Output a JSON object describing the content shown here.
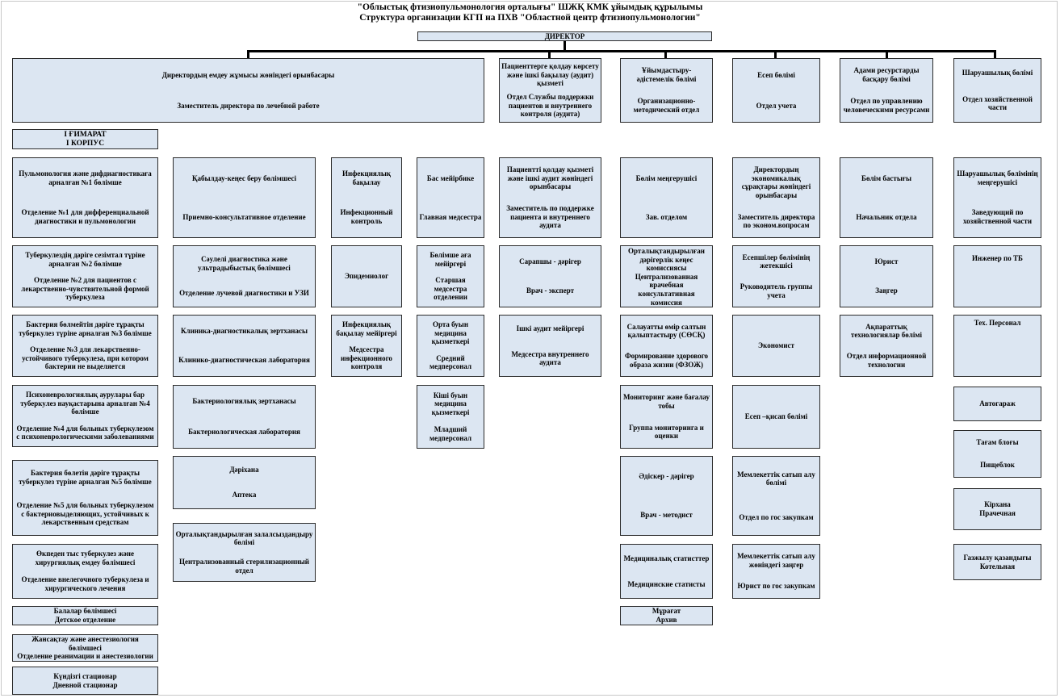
{
  "title": {
    "line1": "\"Облыстық фтизиопульмонология орталығы\" ШЖҚ КМК ұйымдық құрылымы",
    "line2": "Структура организации КГП на ПХВ \"Областной центр фтизиопульмонологии\""
  },
  "director": "ДИРЕКТОР",
  "departments": [
    {
      "kz": "Директордың емдеу жұмысы жөніндегі орынбасары",
      "ru": "Заместитель директора по лечебной работе"
    },
    {
      "kz": "Пациенттерге қолдау көрсету және ішкі бақылау (аудит) қызметі",
      "ru": "Отдел Службы поддержки пациентов и внутреннего контроля (аудита)"
    },
    {
      "kz": "Ұйымдастыру- әдістемелік бөлімі",
      "ru": "Организационно-методический отдел"
    },
    {
      "kz": "Есеп бөлімі",
      "ru": "Отдел учета"
    },
    {
      "kz": "Адами ресурстарды басқару бөлімі",
      "ru": "Отдел по управлению человеческими ресурсами"
    },
    {
      "kz": "Шаруашылық бөлімі",
      "ru": "Отдел хозяйственной части"
    }
  ],
  "building": {
    "kz": "І ҒИМАРАТ",
    "ru": "I КОРПУС"
  },
  "col1": [
    {
      "kz": "Пульмонология және дифдиагностикаға арналған №1 бөлімше",
      "ru": "Отделение №1 для дифференциальной диагностики и пульмонологии"
    },
    {
      "kz": "Туберкулездің дәріге сезімтал түріне арналған №2 бөлімше",
      "ru": "Отделение №2 для пациентов с лекарственно-чувствительной формой туберкулеза"
    },
    {
      "kz": "Бактерия бөлмейтін дәріге тұрақты туберкулез түріне арналған №3 бөлімше",
      "ru": "Отделение №3 для лекарственно-устойчивого туберкулеза, при котором бактерии не выделяется"
    },
    {
      "kz": "Психоневрологиялық аурулары бар туберкулез науқастарына арналған №4 бөлімше",
      "ru": "Отделение №4  для больных туберкулезом с психоневрологическими заболеваниями"
    },
    {
      "kz": "Бактерия бөлетін дәріге тұрақты туберкулез түріне арналған №5 бөлімше",
      "ru": "Отделение №5  для больных туберкулезом с бактериовыделяющих, устойчивых к лекарственным средствам"
    },
    {
      "kz": "Өкпеден тыс туберкулез және хирургиялық емдеу бөлімшесі",
      "ru": "Отделение внелегочного туберкулеза и хирургического  лечения"
    },
    {
      "kz": "Балалар бөлімшесі",
      "ru": "Детское отделение"
    },
    {
      "kz": "Жансақтау және анестезиология бөлімшесі",
      "ru": "Отделение реанимации и анестезиологии"
    },
    {
      "kz": "Күндізгі стационар",
      "ru": "Дневной стационар"
    }
  ],
  "col2": [
    {
      "kz": "Қабылдау-кеңес беру бөлімшесі",
      "ru": "Приемно-консультативное отделение"
    },
    {
      "kz": "Сәулелі диагностика және ультрадыбыстық бөлімшесі",
      "ru": "Отделение лучевой диагностики и УЗИ"
    },
    {
      "kz": "Клиника-диагностикалық зертханасы",
      "ru": "Клинико-диагностическая лаборатория"
    },
    {
      "kz": "Бактериологиялық зертханасы",
      "ru": "Бактериологическая лаборатория"
    },
    {
      "kz": "Дәріхана",
      "ru": "Аптека"
    },
    {
      "kz": "Орталықтандырылған залалсыздандыру бөлімі",
      "ru": "Централизованный стерилизационный отдел"
    }
  ],
  "col3": [
    {
      "kz": "Инфекциялық бақылау",
      "ru": "Инфекционный контроль"
    },
    {
      "kz": "Эпидемиолог",
      "ru": ""
    },
    {
      "kz": "Инфекциялық бақылау мейіргері",
      "ru": "Медсестра инфекционного контроля"
    }
  ],
  "col4": [
    {
      "kz": "Бас мейірбике",
      "ru": "Главная медсестра"
    },
    {
      "kz": "Бөлімше аға мейіргері",
      "ru": "Старшая медсестра отделении"
    },
    {
      "kz": "Орта буын медицина қызметкері",
      "ru": "Средний медперсонал"
    },
    {
      "kz": "Кіші буын медицина қызметкері",
      "ru": "Младший медперсонал"
    }
  ],
  "col5": [
    {
      "kz": "Пациентті қолдау қызметі және ішкі аудит жөніндегі орынбасары",
      "ru": "Заместитель по поддержке пациента и внутреннего аудита"
    },
    {
      "kz": "Сарапшы - дәрігер",
      "ru": "Врач - эксперт"
    },
    {
      "kz": "Ішкі аудит мейіргері",
      "ru": "Медсестра внутреннего аудита"
    }
  ],
  "col6": [
    {
      "kz": "Бөлім меңгерушісі",
      "ru": "Зав. отделом"
    },
    {
      "kz": "Орталықтандырылған дәрігерлік кеңес комиссиясы",
      "ru": "Централизованная врачебная консультативная комиссия"
    },
    {
      "kz": "Салауатты өмір салтын қалыптастыру (СӨСҚ)",
      "ru": "Формирование здорового образа жизни (ФЗОЖ)"
    },
    {
      "kz": "Мониторинг және бағалау тобы",
      "ru": "Группа  мониторинга и оценки"
    },
    {
      "kz": "Әдіскер - дәрігер",
      "ru": "Врач - методист"
    },
    {
      "kz": "Медициналық статисттер",
      "ru": "Медицинские  статисты"
    },
    {
      "kz": "Мұрағат",
      "ru": "Архив"
    }
  ],
  "col7": [
    {
      "kz": "Директордың экономикалық сұрақтары жөніндегі орынбасары",
      "ru": "Заместитель директора по эконом.вопросам"
    },
    {
      "kz": "Есепшілер бөлімінің жетекшісі",
      "ru": "Руководитель группы учета"
    },
    {
      "kz": "Экономист",
      "ru": ""
    },
    {
      "kz": "Есеп –қисап бөлімі",
      "ru": ""
    },
    {
      "kz": "Мемлекеттік сатып алу бөлімі",
      "ru": "Отдел по гос закупкам"
    },
    {
      "kz": "Мемлекеттік сатып алу жөніндегі заңгер",
      "ru": "Юрист по гос закупкам"
    }
  ],
  "col8": [
    {
      "kz": "Бөлім бастығы",
      "ru": "Начальник отдела"
    },
    {
      "kz": "Юрист",
      "ru": "Заңгер"
    },
    {
      "kz": "Ақпараттық технологиялар бөлімі",
      "ru": "Отдел информационной технологии"
    }
  ],
  "col9": [
    {
      "kz": "Шаруашылық бөлімінің меңгерушісі",
      "ru": "Заведующий по хозяйственной части"
    },
    {
      "kz": "Инженер по ТБ",
      "ru": ""
    },
    {
      "kz": "Тех. Персонал",
      "ru": ""
    },
    {
      "kz": "Автогараж",
      "ru": ""
    },
    {
      "kz": "Тағам блоғы",
      "ru": "Пищеблок"
    },
    {
      "kz": "Кірхана",
      "ru": "Прачечная"
    },
    {
      "kz": "Газжылу қазандығы",
      "ru": "Котельная"
    }
  ],
  "colors": {
    "box_fill": "#dce6f2",
    "box_border": "#2b2b2b",
    "connector": "#000000"
  }
}
